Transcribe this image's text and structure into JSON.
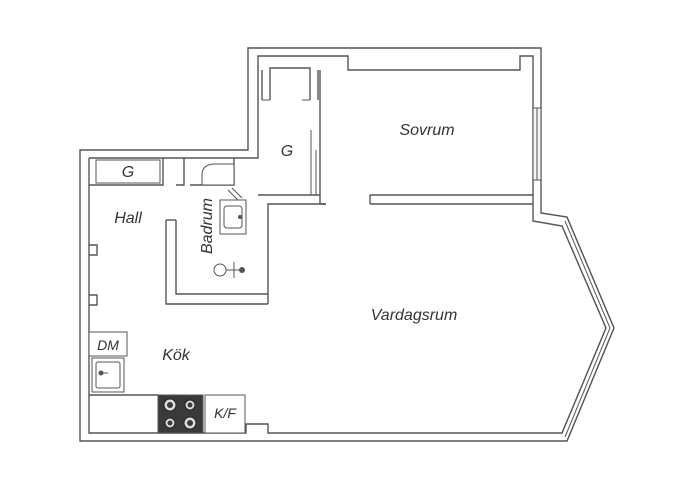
{
  "rooms": {
    "sovrum": "Sovrum",
    "vardagsrum": "Vardagsrum",
    "hall": "Hall",
    "kok": "Kök",
    "badrum": "Badrum",
    "garderob_hall": "G",
    "garderob_sovrum": "G"
  },
  "fixtures": {
    "dishwasher": "DM",
    "fridge_freezer": "K/F"
  },
  "icons": [
    "stove-icon",
    "sink-icon",
    "toilet-icon",
    "washbasin-icon",
    "shower-icon"
  ]
}
